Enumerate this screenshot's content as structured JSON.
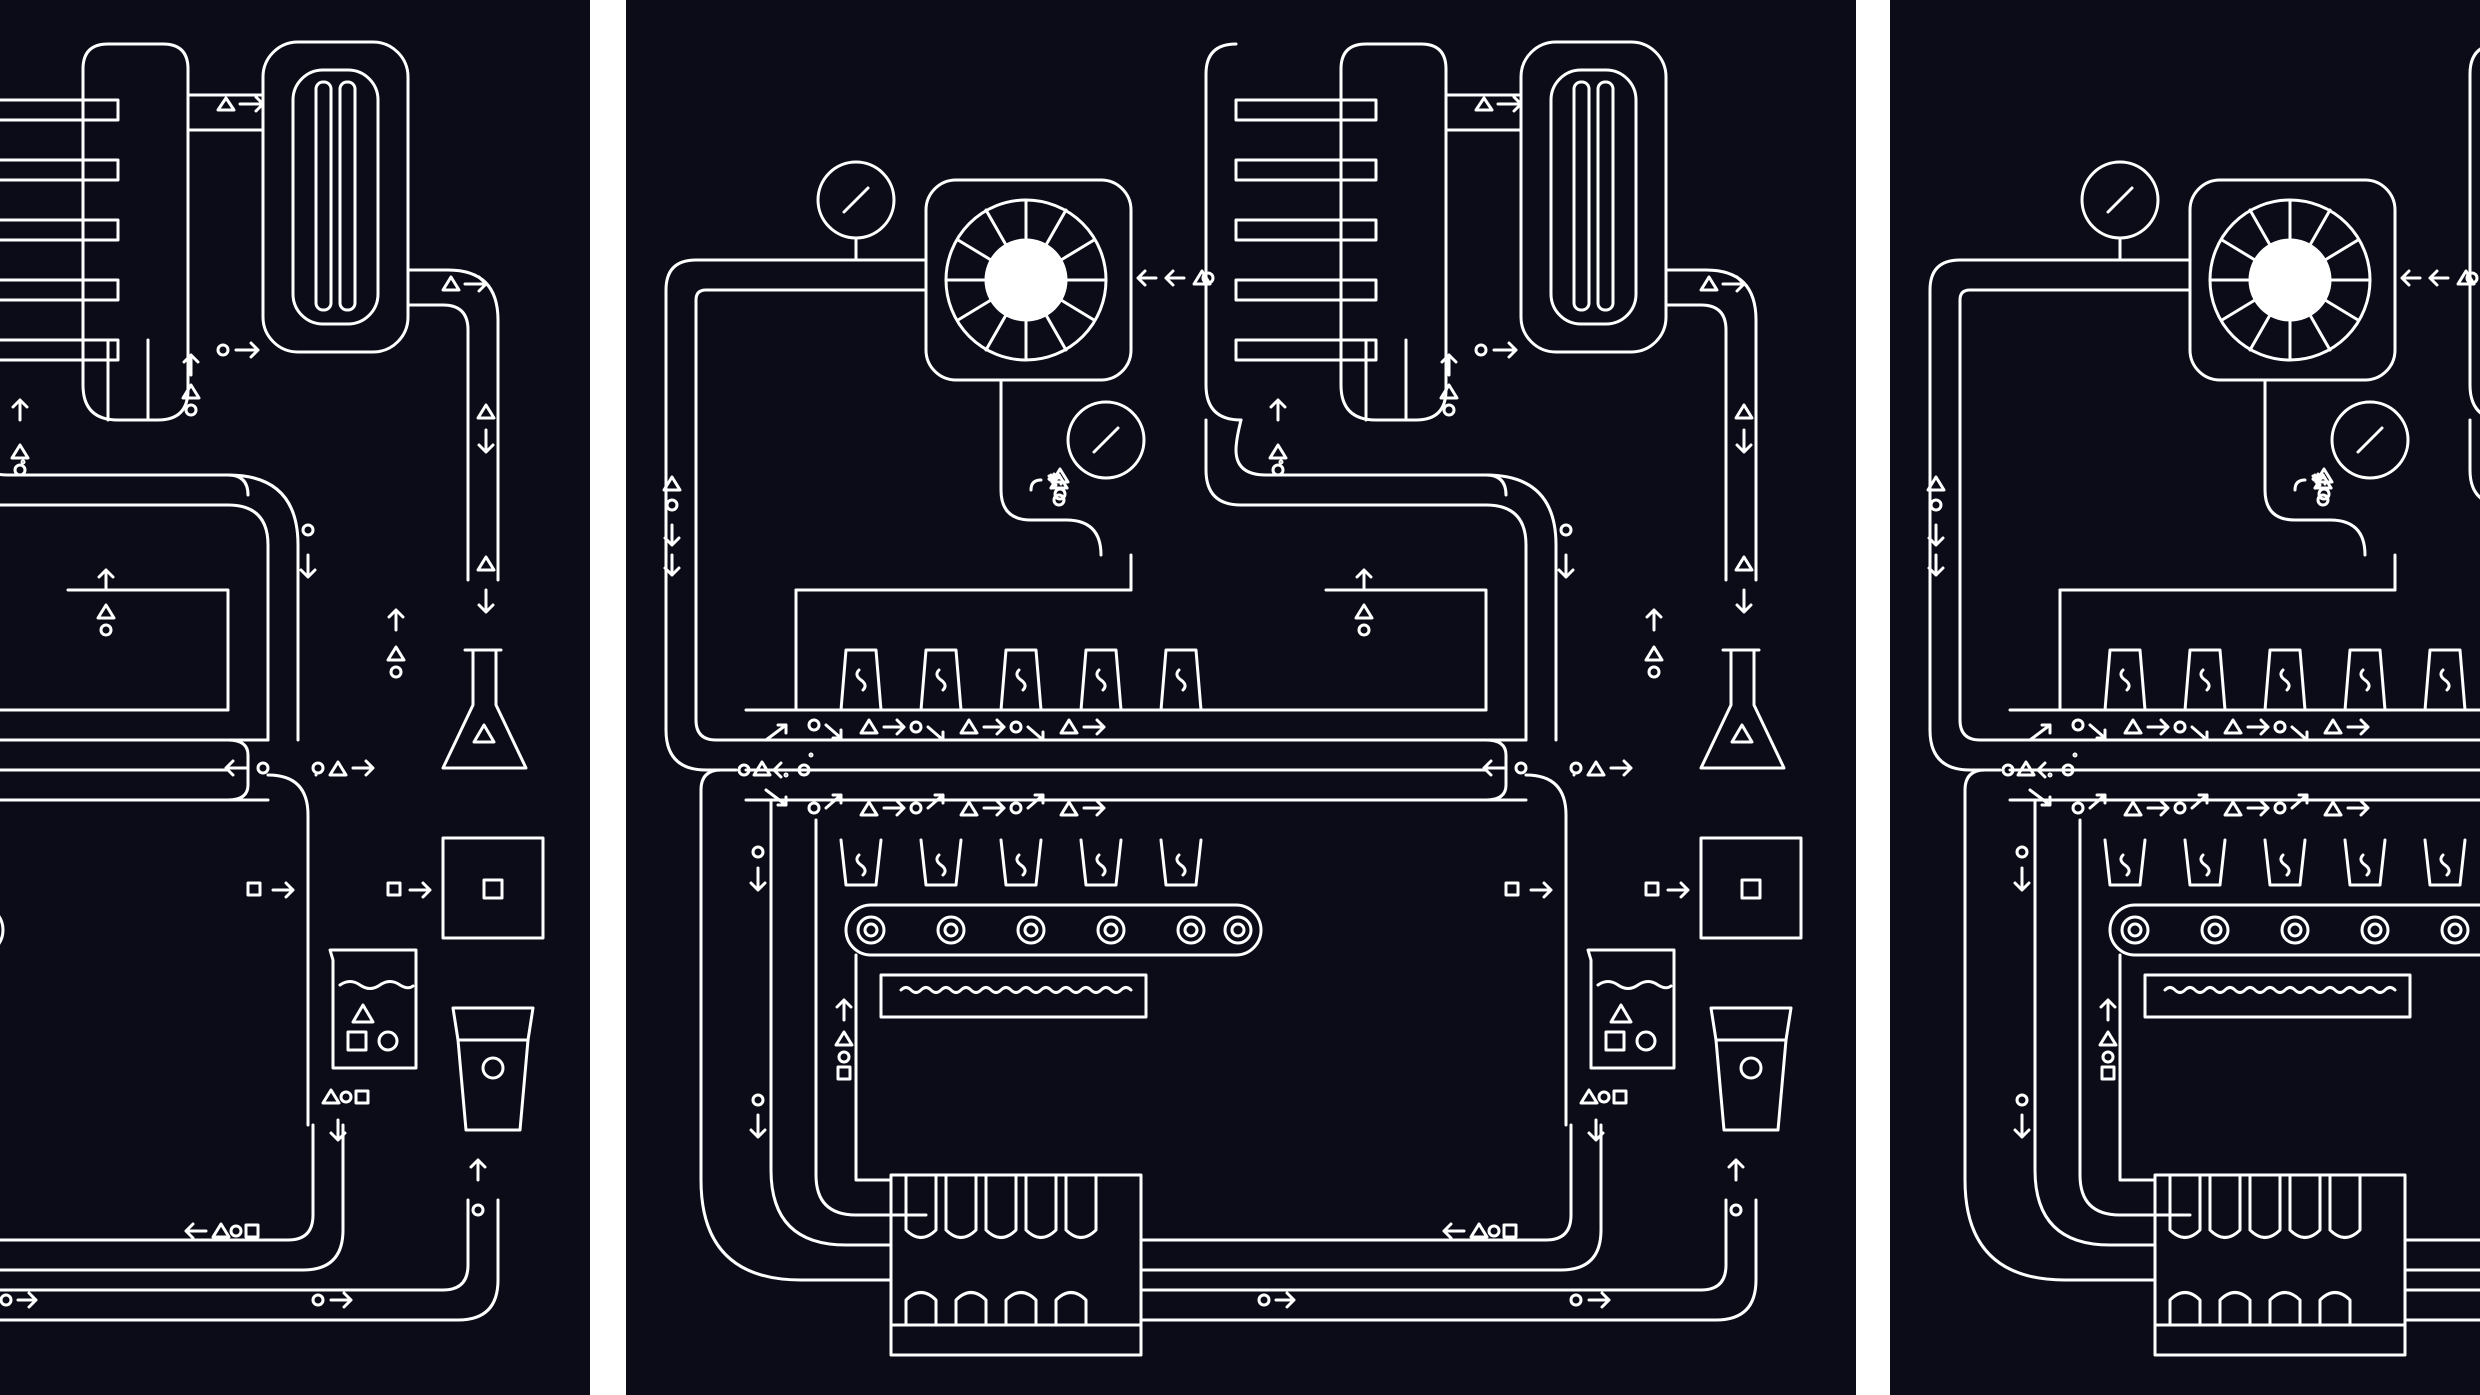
{
  "panels": [
    {
      "id": "left",
      "offset": -632
    },
    {
      "id": "center",
      "offset": 0
    },
    {
      "id": "right",
      "offset": 800
    }
  ],
  "colors": {
    "background": "#0b0c17",
    "line": "#ffffff",
    "gap": "#ffffff"
  },
  "icons": [
    "flask-icon",
    "beaker-icon",
    "cup-icon",
    "box-icon",
    "gauge-icon",
    "turbine-icon",
    "distillation-column-icon",
    "condenser-icon",
    "conveyor-belt-icon",
    "heater-coil-icon",
    "triangle-icon",
    "circle-icon",
    "square-icon",
    "arrow-icon"
  ]
}
